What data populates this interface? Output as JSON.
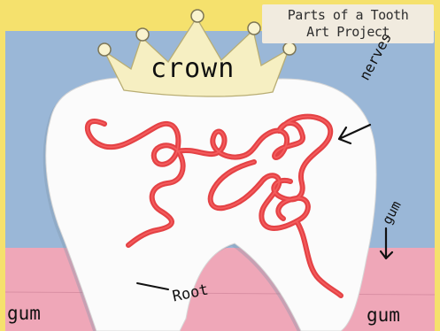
{
  "banner": {
    "line1": "Parts of a Tooth",
    "line2": "Art Project"
  },
  "labels": {
    "crown": "crown",
    "nerves": "nerves",
    "gum_right_vertical": "gum",
    "root": "Root",
    "gum_left": "gum",
    "gum_bottom_right": "gum"
  },
  "colors": {
    "background_yellow": "#f5e16d",
    "blue_paper": "#9cb9d8",
    "pink_gum": "#efa8b9",
    "tooth_white": "#fbfbfb",
    "crown_paper": "#f6f0c4",
    "nerve_red": "#e53538",
    "banner": "#f1ebdf"
  }
}
